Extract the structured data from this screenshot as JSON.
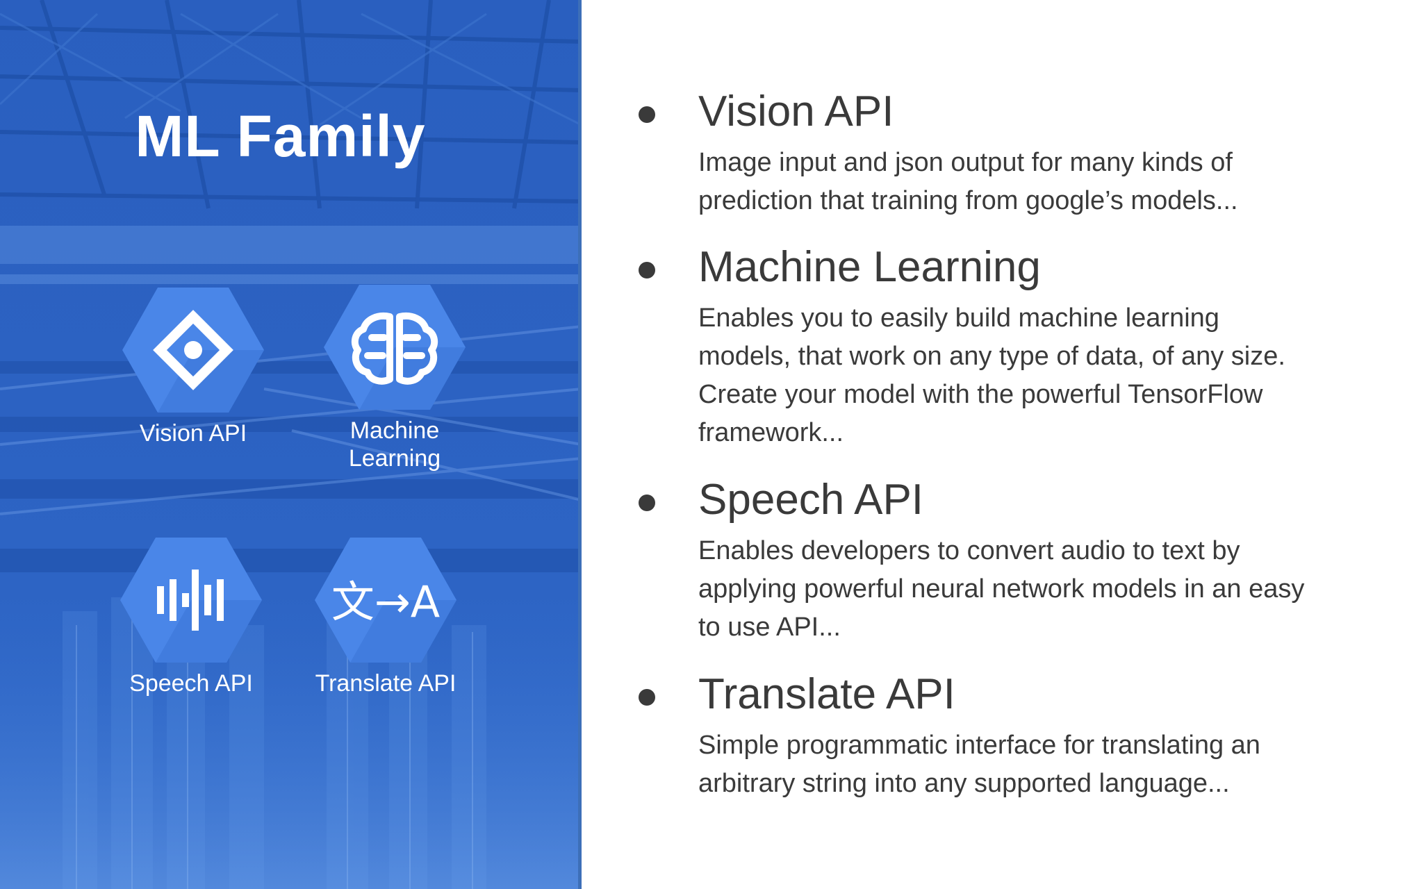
{
  "left_panel": {
    "title": "ML Family",
    "colors": {
      "overlay": "#2a63c4",
      "hexagon": "#4a86e8",
      "hexagon_shade": "#3b74d6"
    },
    "products": [
      {
        "label": "Vision API",
        "icon": "eye-icon"
      },
      {
        "label_line1": "Machine",
        "label_line2": "Learning",
        "icon": "brain-icon"
      },
      {
        "label": "Speech API",
        "icon": "waveform-icon"
      },
      {
        "label": "Translate API",
        "icon": "translate-icon",
        "glyph": "文→A"
      }
    ]
  },
  "right_panel": {
    "items": [
      {
        "title": "Vision API",
        "lines": [
          "Image input and json output for many kinds of",
          "prediction that training from google’s models..."
        ]
      },
      {
        "title": "Machine Learning",
        "lines": [
          "Enables you to easily build machine learning",
          "models, that work on any type of data, of any size.",
          "Create your model with the powerful TensorFlow",
          "framework..."
        ]
      },
      {
        "title": "Speech API",
        "lines": [
          "Enables developers to convert audio to text by",
          "applying powerful neural network models in an easy",
          "to use API..."
        ]
      },
      {
        "title": "Translate API",
        "lines": [
          "Simple programmatic interface for translating an",
          "arbitrary string into any supported language..."
        ]
      }
    ],
    "text_color": "#3a3a3a"
  }
}
